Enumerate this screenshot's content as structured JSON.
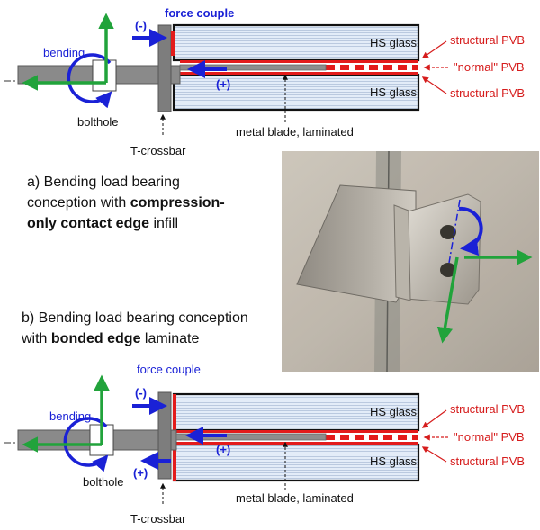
{
  "colors": {
    "blue_arrow": "#1a21d6",
    "green_arrow": "#21a33b",
    "pvb_red": "#e31b1b",
    "label_blue": "#1a21d6",
    "label_red": "#d61c1c",
    "steel": "#8a8a8a",
    "glass": "#dfe9f7"
  },
  "diagram_a": {
    "force_couple": "force couple",
    "minus": "(-)",
    "plus": "(+)",
    "bending": "bending",
    "bolthole": "bolthole",
    "t_crossbar": "T-crossbar",
    "metal_blade": "metal blade, laminated",
    "hs_glass_top": "HS glass",
    "hs_glass_bottom": "HS glass",
    "structural_pvb_top": "structural PVB",
    "normal_pvb": "\"normal\" PVB",
    "structural_pvb_bottom": "structural PVB"
  },
  "caption_a": {
    "line1": "a) Bending load bearing",
    "line2_plain": "conception with ",
    "line2_bold": "compression-",
    "line3_bold": "only contact edge",
    "line3_plain": " infill"
  },
  "caption_b": {
    "line1": "b) Bending load bearing conception",
    "line2_plain": "with ",
    "line2_bold": "bonded edge",
    "line2_end": " laminate"
  },
  "diagram_b": {
    "force_couple": "force couple",
    "minus": "(-)",
    "plus_inner": "(+)",
    "plus_outer": "(+)",
    "bending": "bending",
    "bolthole": "bolthole",
    "t_crossbar": "T-crossbar",
    "metal_blade": "metal blade, laminated",
    "hs_glass_top": "HS glass",
    "hs_glass_bottom": "HS glass",
    "structural_pvb_top": "structural PVB",
    "normal_pvb": "\"normal\" PVB",
    "structural_pvb_bottom": "structural PVB"
  }
}
